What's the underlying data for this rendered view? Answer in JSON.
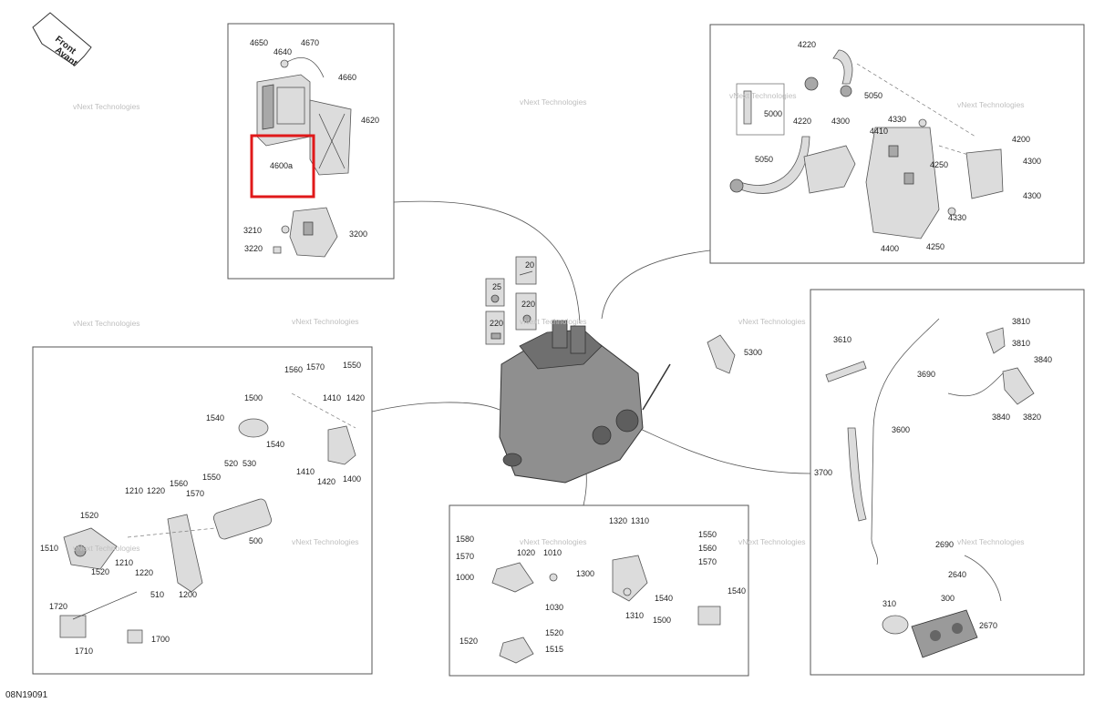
{
  "front_arrow": {
    "line1": "Front",
    "line2": "Avant"
  },
  "drawing_number": "08N19091",
  "watermark": {
    "line1": "vNext Technologies",
    "line2": "vNext Technologies"
  },
  "highlight": {
    "color": "#e0191a",
    "label": "4600a"
  },
  "callouts": {
    "ecm": [
      "4650",
      "4640",
      "4670",
      "4660",
      "4620",
      "3210",
      "3200",
      "3220"
    ],
    "ignition": [
      "4220",
      "5050",
      "5000",
      "4220",
      "4300",
      "4330",
      "4410",
      "4200",
      "4250",
      "4300",
      "5050",
      "4300",
      "4330",
      "4400",
      "4250"
    ],
    "center": [
      "25",
      "20",
      "220",
      "220",
      "5300"
    ],
    "starter": [
      "1560",
      "1570",
      "1550",
      "1500",
      "1410",
      "1420",
      "1540",
      "1540",
      "1410",
      "1420",
      "1400",
      "520",
      "530",
      "1560",
      "1550",
      "1210",
      "1220",
      "1570",
      "1520",
      "500",
      "1510",
      "1210",
      "1520",
      "1220",
      "510",
      "1200",
      "1720",
      "1700",
      "1710"
    ],
    "mounts": [
      "1320",
      "1310",
      "1580",
      "1550",
      "1020",
      "1010",
      "1560",
      "1570",
      "1570",
      "1300",
      "1000",
      "1540",
      "1540",
      "1030",
      "1310",
      "1500",
      "1520",
      "1520",
      "1515"
    ],
    "throttle": [
      "3810",
      "3610",
      "3810",
      "3690",
      "3840",
      "3840",
      "3820",
      "3600",
      "3700",
      "2690",
      "2640",
      "310",
      "300",
      "2670"
    ]
  }
}
